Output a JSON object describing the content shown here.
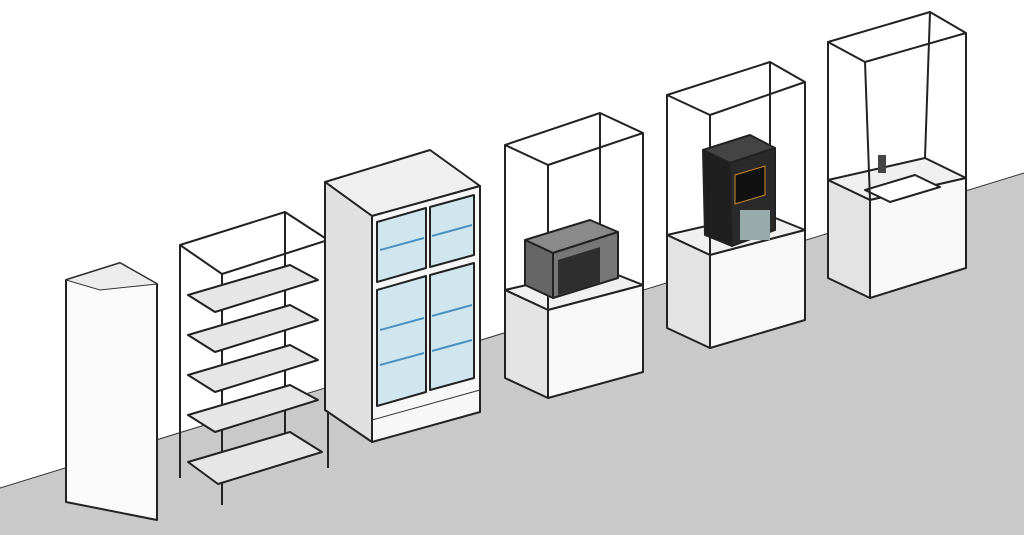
{
  "scene": {
    "colors": {
      "wall": "#ffffff",
      "floor": "#c9c9c9",
      "cabinet_front": "#f6f6f6",
      "cabinet_side": "#e2e2e2",
      "glass": "#cfe6ee",
      "appliance_dark": "#2a2a2a",
      "microwave": "#6f6f6f"
    },
    "objects": [
      "panel",
      "open-shelving-unit",
      "glass-door-refrigerator",
      "microwave-display-stand",
      "coffee-machine-display-stand",
      "sink-display-stand"
    ]
  }
}
